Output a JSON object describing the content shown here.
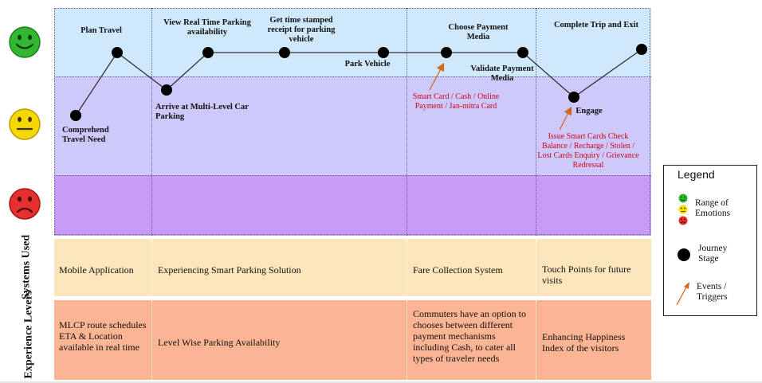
{
  "emotions": {
    "happy_icon": "happy-face-icon",
    "neutral_icon": "neutral-face-icon",
    "sad_icon": "sad-face-icon",
    "colors": {
      "happy": "#32b830",
      "neutral": "#f4d800",
      "sad": "#e5302f"
    }
  },
  "stages": [
    {
      "label": "Comprehend Travel Need",
      "emotion": "neutral"
    },
    {
      "label": "Plan Travel",
      "emotion": "happy"
    },
    {
      "label": "Arrive at Multi-Level Car Parking",
      "emotion": "neutral"
    },
    {
      "label": "View Real Time Parking availability",
      "emotion": "happy"
    },
    {
      "label": "Get time stamped receipt for parking vehicle",
      "emotion": "happy"
    },
    {
      "label": "Park Vehicle",
      "emotion": "happy"
    },
    {
      "label": "Choose Payment Media",
      "emotion": "happy"
    },
    {
      "label": "Validate Payment Media",
      "emotion": "happy"
    },
    {
      "label": "Engage",
      "emotion": "neutral"
    },
    {
      "label": "Complete Trip and Exit",
      "emotion": "happy"
    }
  ],
  "triggers": [
    {
      "text": "Smart Card / Cash / Online Payment / Jan-mitra Card"
    },
    {
      "text": "Issue Smart Cards Check Balance / Recharge  / Stolen / Lost Cards Enquiry / Grievance Redressal"
    }
  ],
  "rows": {
    "systems": {
      "label": "Systems Used",
      "cells": [
        "Mobile Application",
        "Experiencing Smart Parking Solution",
        "Fare Collection System",
        "Touch Points for future visits"
      ]
    },
    "levers": {
      "label": "Experience Levers",
      "cells": [
        "MLCP route schedules ETA & Location available in real time",
        "Level Wise Parking Availability",
        "Commuters have an option to chooses between different payment mechanisms including Cash, to cater all types of traveler needs",
        "Enhancing Happiness Index of the visitors"
      ]
    }
  },
  "legend": {
    "title": "Legend",
    "items": [
      {
        "label": "Range of Emotions",
        "icon": "emotion-range-icon"
      },
      {
        "label": "Journey Stage",
        "icon": "journey-stage-dot-icon"
      },
      {
        "label": "Events / Triggers",
        "icon": "trigger-arrow-icon"
      }
    ]
  },
  "styles": {
    "trigger_color": "#d0021b",
    "arrow_color": "#d2691e",
    "line_color": "#333333"
  }
}
